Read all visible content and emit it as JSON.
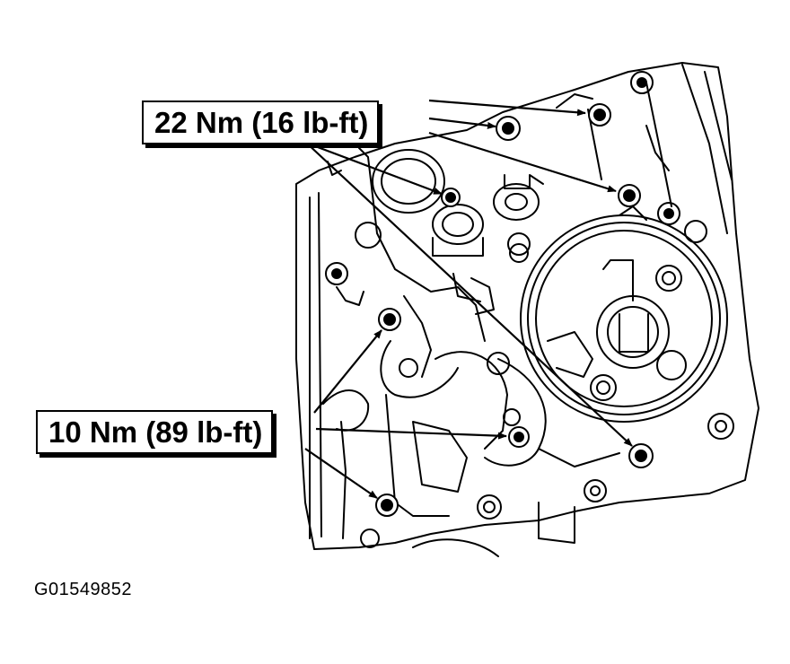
{
  "callouts": {
    "upper": "22 Nm (16 lb-ft)",
    "lower": "10 Nm (89 lb-ft)"
  },
  "figure_id": "G01549852",
  "colors": {
    "ink": "#000000",
    "paper": "#ffffff"
  }
}
